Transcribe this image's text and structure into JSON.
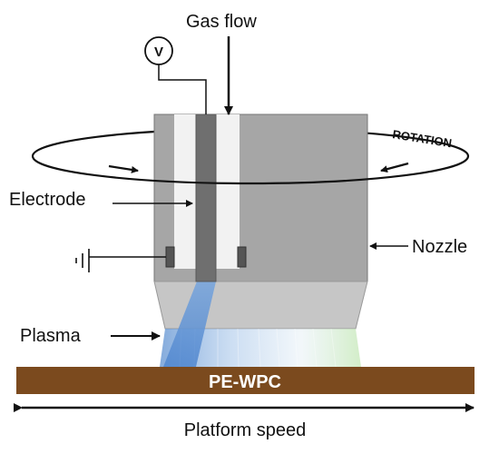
{
  "labels": {
    "gas_flow": "Gas flow",
    "voltage_symbol": "V",
    "rotation": "ROTATION",
    "electrode": "Electrode",
    "nozzle": "Nozzle",
    "plasma": "Plasma",
    "substrate": "PE-WPC",
    "platform_speed": "Platform speed"
  },
  "colors": {
    "nozzle_body": "#a6a6a6",
    "nozzle_tip": "#c6c6c6",
    "channel": "#f2f2f2",
    "electrode": "#6f6f6f",
    "substrate": "#7b4a1e",
    "plasma_blue": "#5b8fd0",
    "plasma_green": "#bfe6b0"
  },
  "icons": {
    "ground": "ground-symbol-icon",
    "voltmeter": "voltmeter-icon"
  }
}
